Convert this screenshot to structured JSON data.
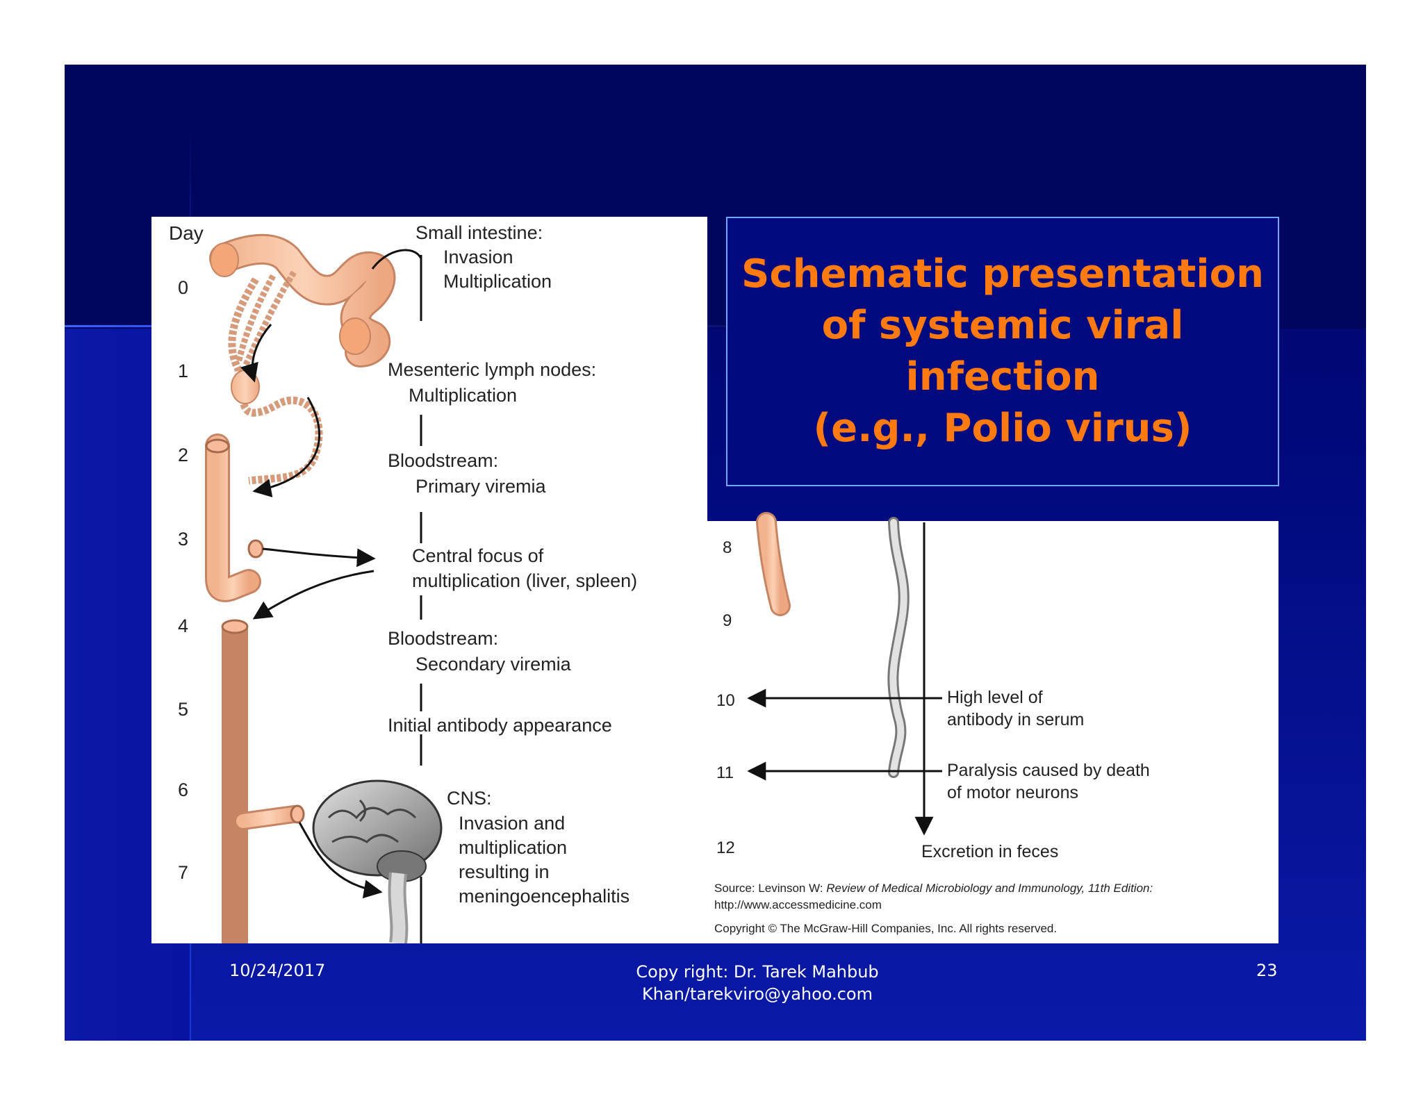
{
  "title_lines": [
    "Schematic presentation",
    "of systemic viral",
    "infection",
    "(e.g., Polio virus)"
  ],
  "figure": {
    "day_header": "Day",
    "days_left": [
      "0",
      "1",
      "2",
      "3",
      "4",
      "5",
      "6",
      "7"
    ],
    "days_right": [
      "8",
      "9",
      "10",
      "11",
      "12"
    ],
    "stages": {
      "small_intestine": [
        "Small intestine:",
        "Invasion",
        "Multiplication"
      ],
      "lymph": [
        "Mesenteric lymph nodes:",
        "Multiplication"
      ],
      "primary": [
        "Bloodstream:",
        "Primary viremia"
      ],
      "central": [
        "Central focus of",
        "multiplication (liver, spleen)"
      ],
      "secondary": [
        "Bloodstream:",
        "Secondary viremia"
      ],
      "antibody": [
        "Initial antibody appearance"
      ],
      "cns": [
        "CNS:",
        "Invasion and",
        "multiplication",
        "resulting in",
        "meningoencephalitis"
      ],
      "high_antibody": [
        "High level of",
        "antibody in serum"
      ],
      "paralysis": [
        "Paralysis caused by death",
        "of motor neurons"
      ],
      "excretion": [
        "Excretion in feces"
      ]
    },
    "source": {
      "prefix": "Source: Levinson W: ",
      "book": "Review of Medical Microbiology and Immunology, 11th Edition:",
      "url": "http://www.accessmedicine.com",
      "copyright": "Copyright © The McGraw-Hill Companies, Inc. All rights reserved."
    }
  },
  "footer": {
    "date": "10/24/2017",
    "copyright_lines": [
      "Copy right: Dr. Tarek Mahbub",
      "Khan/tarekviro@yahoo.com"
    ],
    "page": "23"
  },
  "colors": {
    "title": "#ff7a10",
    "slide_bg": "#000766",
    "tissue": "#f8c8a8"
  }
}
